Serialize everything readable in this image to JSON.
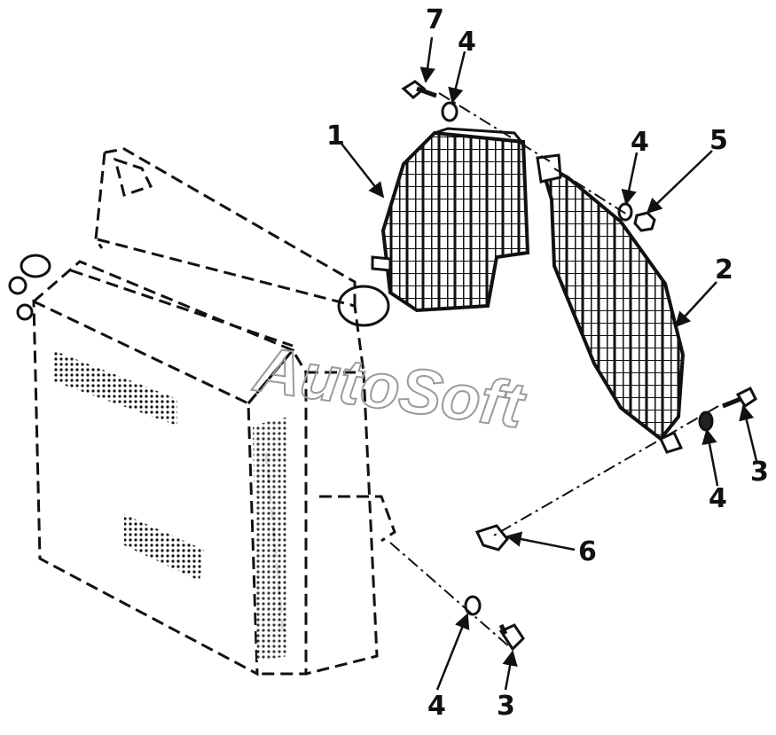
{
  "diagram": {
    "type": "exploded-parts-view",
    "watermark": "AutoSoft",
    "callouts": [
      {
        "id": "c7a",
        "label": "7"
      },
      {
        "id": "c4a",
        "label": "4"
      },
      {
        "id": "c1",
        "label": "1"
      },
      {
        "id": "c4b",
        "label": "4"
      },
      {
        "id": "c5",
        "label": "5"
      },
      {
        "id": "c2",
        "label": "2"
      },
      {
        "id": "c3a",
        "label": "3"
      },
      {
        "id": "c4c",
        "label": "4"
      },
      {
        "id": "c6",
        "label": "6"
      },
      {
        "id": "c4d",
        "label": "4"
      },
      {
        "id": "c3b",
        "label": "3"
      }
    ]
  }
}
